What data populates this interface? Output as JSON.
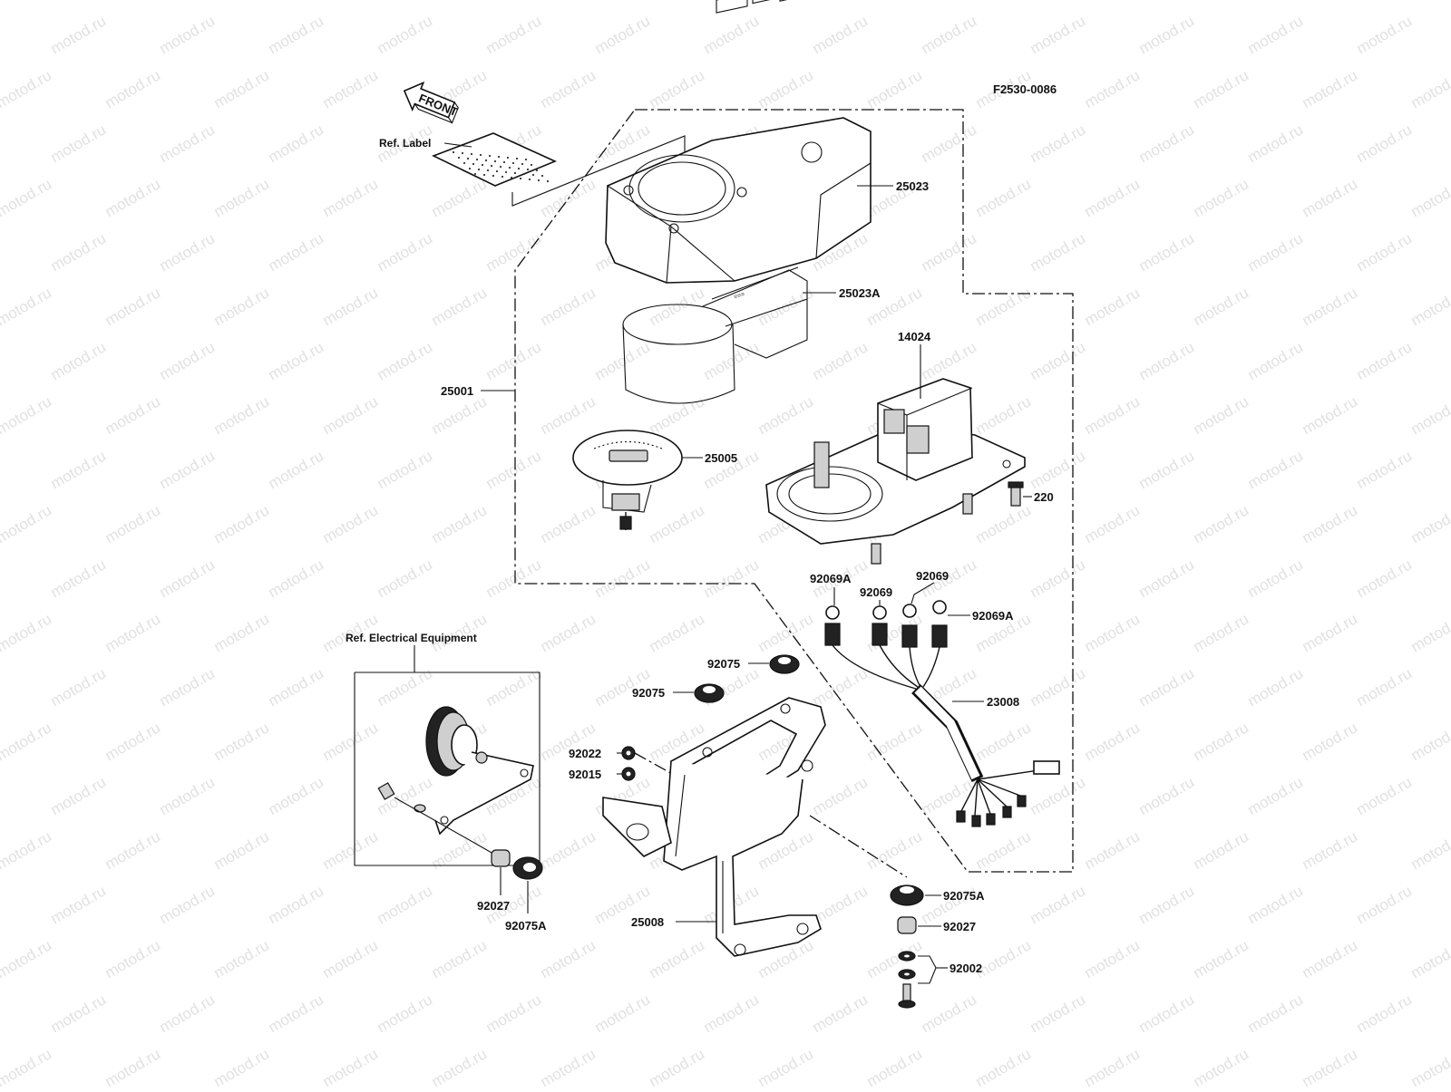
{
  "figure_code": "F2530-0086",
  "watermark": "motod.ru",
  "front_arrow": "FRONT",
  "references": {
    "label": "Ref. Label",
    "electrical": "Ref.  Electrical Equipment"
  },
  "parts": {
    "p25023": "25023",
    "p25023A": "25023A",
    "p25001": "25001",
    "p14024": "14024",
    "p25005": "25005",
    "p220": "220",
    "p92069A_left": "92069A",
    "p92069_a": "92069",
    "p92069_b": "92069",
    "p92069A_right": "92069A",
    "p23008": "23008",
    "p92075_top": "92075",
    "p92075_mid": "92075",
    "p92022": "92022",
    "p92015": "92015",
    "p92027_left": "92027",
    "p92075A_left": "92075A",
    "p25008": "25008",
    "p92075A_right": "92075A",
    "p92027_right": "92027",
    "p92002": "92002"
  }
}
